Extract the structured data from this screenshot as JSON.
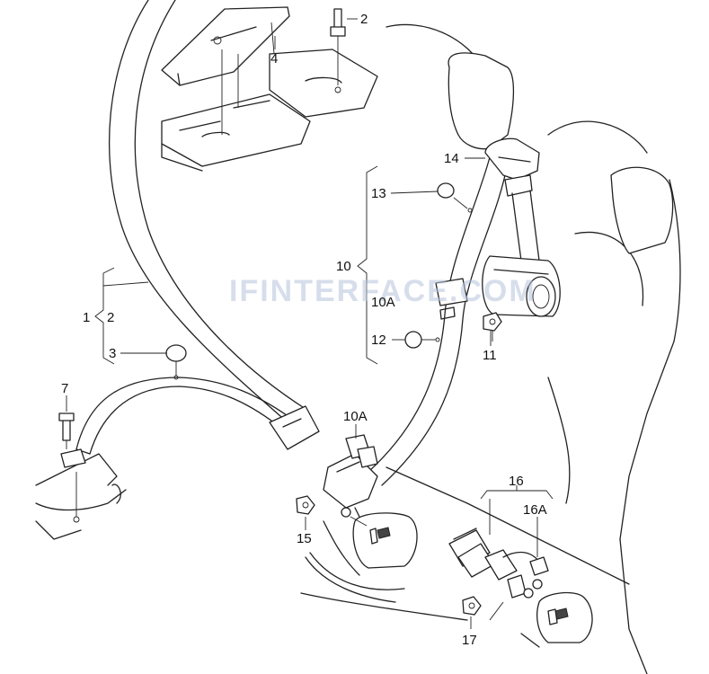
{
  "callouts": {
    "c1": "1",
    "c2a": "2",
    "c2b": "2",
    "c3": "3",
    "c4": "4",
    "c7": "7",
    "c10": "10",
    "c10a_top": "10A",
    "c10a_left": "10A",
    "c11": "11",
    "c12": "12",
    "c13": "13",
    "c14": "14",
    "c15": "15",
    "c16": "16",
    "c16a": "16A",
    "c17": "17"
  },
  "watermark": "IFINTERFACE.COM"
}
